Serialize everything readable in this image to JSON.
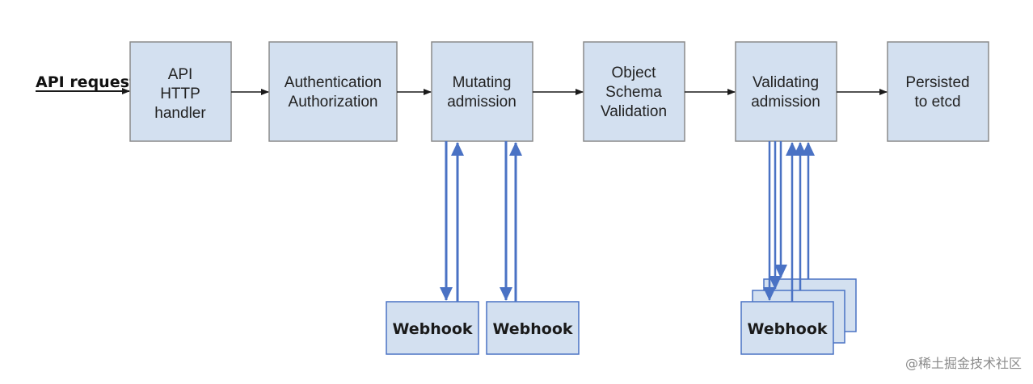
{
  "request_label": "API request",
  "pipeline": [
    {
      "id": "api-http-handler",
      "lines": [
        "API",
        "HTTP",
        "handler"
      ]
    },
    {
      "id": "authentication-authorization",
      "lines": [
        "Authentication",
        "Authorization"
      ]
    },
    {
      "id": "mutating-admission",
      "lines": [
        "Mutating",
        "admission"
      ]
    },
    {
      "id": "object-schema-validation",
      "lines": [
        "Object",
        "Schema",
        "Validation"
      ]
    },
    {
      "id": "validating-admission",
      "lines": [
        "Validating",
        "admission"
      ]
    },
    {
      "id": "persisted-to-etcd",
      "lines": [
        "Persisted",
        "to etcd"
      ]
    }
  ],
  "webhooks": {
    "mutating_1": "Webhook",
    "mutating_2": "Webhook",
    "validating": "Webhook"
  },
  "watermark": "@稀土掘金技术社区",
  "colors": {
    "box_fill": "#d3e0f0",
    "box_stroke": "#8a8a8a",
    "webhook_stroke": "#4a72c4",
    "webhook_arrow": "#4a72c4",
    "pipeline_arrow": "#1a1a1a"
  }
}
